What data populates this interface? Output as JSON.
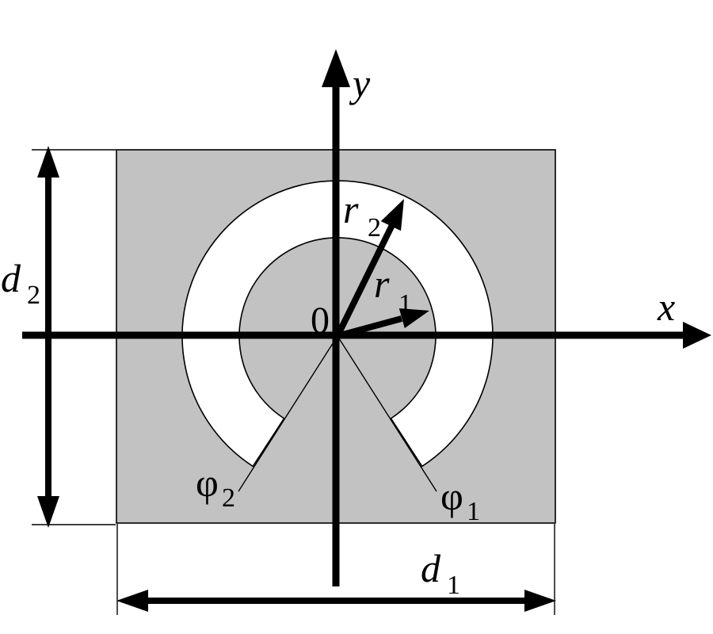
{
  "figure": {
    "description_colors": {
      "background": "#ffffff",
      "plate_fill": "#c2c2c2",
      "slot_fill": "#ffffff",
      "line_color": "#000000"
    }
  },
  "axes": {
    "x_label": "x",
    "y_label": "y",
    "origin_label": "0"
  },
  "radius_vectors": {
    "r1": {
      "base": "r",
      "sub": "1"
    },
    "r2": {
      "base": "r",
      "sub": "2"
    }
  },
  "gap_angles": {
    "phi1": {
      "base": "φ",
      "sub": "1"
    },
    "phi2": {
      "base": "φ",
      "sub": "2"
    }
  },
  "dimensions": {
    "d1": {
      "base": "d",
      "sub": "1"
    },
    "d2": {
      "base": "d",
      "sub": "2"
    }
  }
}
